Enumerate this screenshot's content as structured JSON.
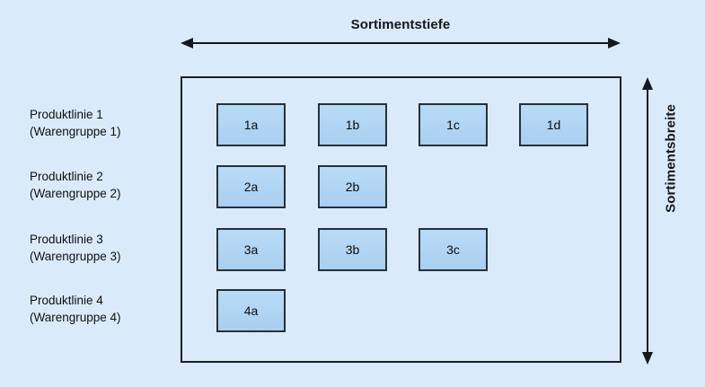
{
  "diagram": {
    "title_top": "Sortimentstiefe",
    "title_right": "Sortimentsbreite",
    "colors": {
      "page_background": "#dbeafb",
      "box_fill": "#b3d6f4",
      "box_border": "#26303c",
      "container_border": "#1c1f26",
      "arrow": "#14181f",
      "text": "#101010"
    },
    "rows": [
      {
        "label_line1": "Produktlinie 1",
        "label_line2": "(Warengruppe 1)",
        "items": [
          "1a",
          "1b",
          "1c",
          "1d"
        ]
      },
      {
        "label_line1": "Produktlinie 2",
        "label_line2": "(Warengruppe 2)",
        "items": [
          "2a",
          "2b"
        ]
      },
      {
        "label_line1": "Produktlinie 3",
        "label_line2": "(Warengruppe 3)",
        "items": [
          "3a",
          "3b",
          "3c"
        ]
      },
      {
        "label_line1": "Produktlinie 4",
        "label_line2": "(Warengruppe 4)",
        "items": [
          "4a"
        ]
      }
    ]
  },
  "layout": {
    "row_tops": [
      115,
      184,
      254,
      322
    ],
    "label_tops": [
      118,
      187,
      257,
      325
    ],
    "col_lefts": [
      241,
      354,
      466,
      578
    ]
  }
}
